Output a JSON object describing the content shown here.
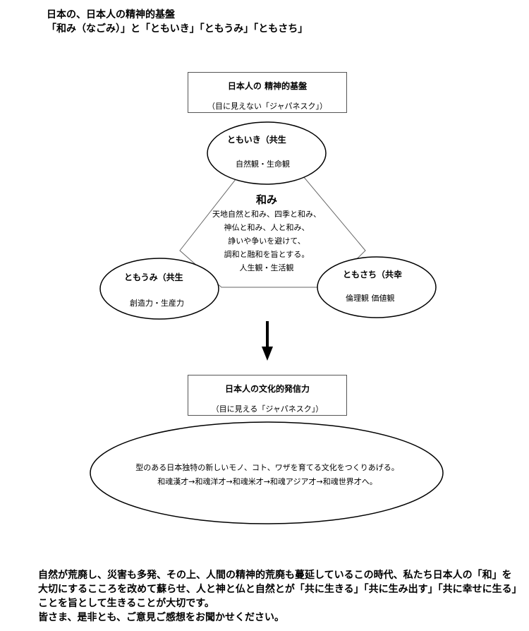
{
  "header": {
    "line1": "日本の、日本人の精神的基盤",
    "line2": "「和み（なごみ）」と「ともいき」「ともうみ」「ともさち」"
  },
  "top_box": {
    "title": "日本人の 精神的基盤",
    "subtitle": "（目に見えない「ジャパネスク」）"
  },
  "tomoiki": {
    "title": "ともいき（共生",
    "sub": "自然観・生命観"
  },
  "center": {
    "title": "和み",
    "lines": [
      "天地自然と和み、四季と和み、",
      "神仏と和み、人と和み、",
      "諍いや争いを避けて、",
      "調和と融和を旨とする。",
      "人生観・生活観"
    ]
  },
  "tomoumi": {
    "title": "ともうみ（共生",
    "sub": "創造力・生産力"
  },
  "tomosachi": {
    "title": "ともさち（共幸",
    "sub": "倫理観 価値観"
  },
  "bottom_box": {
    "title": "日本人の文化的発信力",
    "subtitle": "（目に見える「ジャパネスク」）"
  },
  "big_ellipse": {
    "line1": "型のある日本独特の新しいモノ、コト、ワザを育てる文化をつくりあげる。",
    "line2": "和魂漢才→和魂洋才→和魂米才→和魂アジア才→和魂世界才へ。"
  },
  "footer": {
    "para1": "自然が荒廃し、災害も多発、その上、人間の精神的荒廃も蔓延しているこの時代、私たち日本人の「和」を大切にするこころを改めて蘇らせ、人と神と仏と自然とが「共に生きる」「共に生み出す」「共に幸せに生る」ことを旨として生きることが大切です。",
    "para2": "皆さま、是非とも、ご意見ご感想をお聞かせください。"
  }
}
